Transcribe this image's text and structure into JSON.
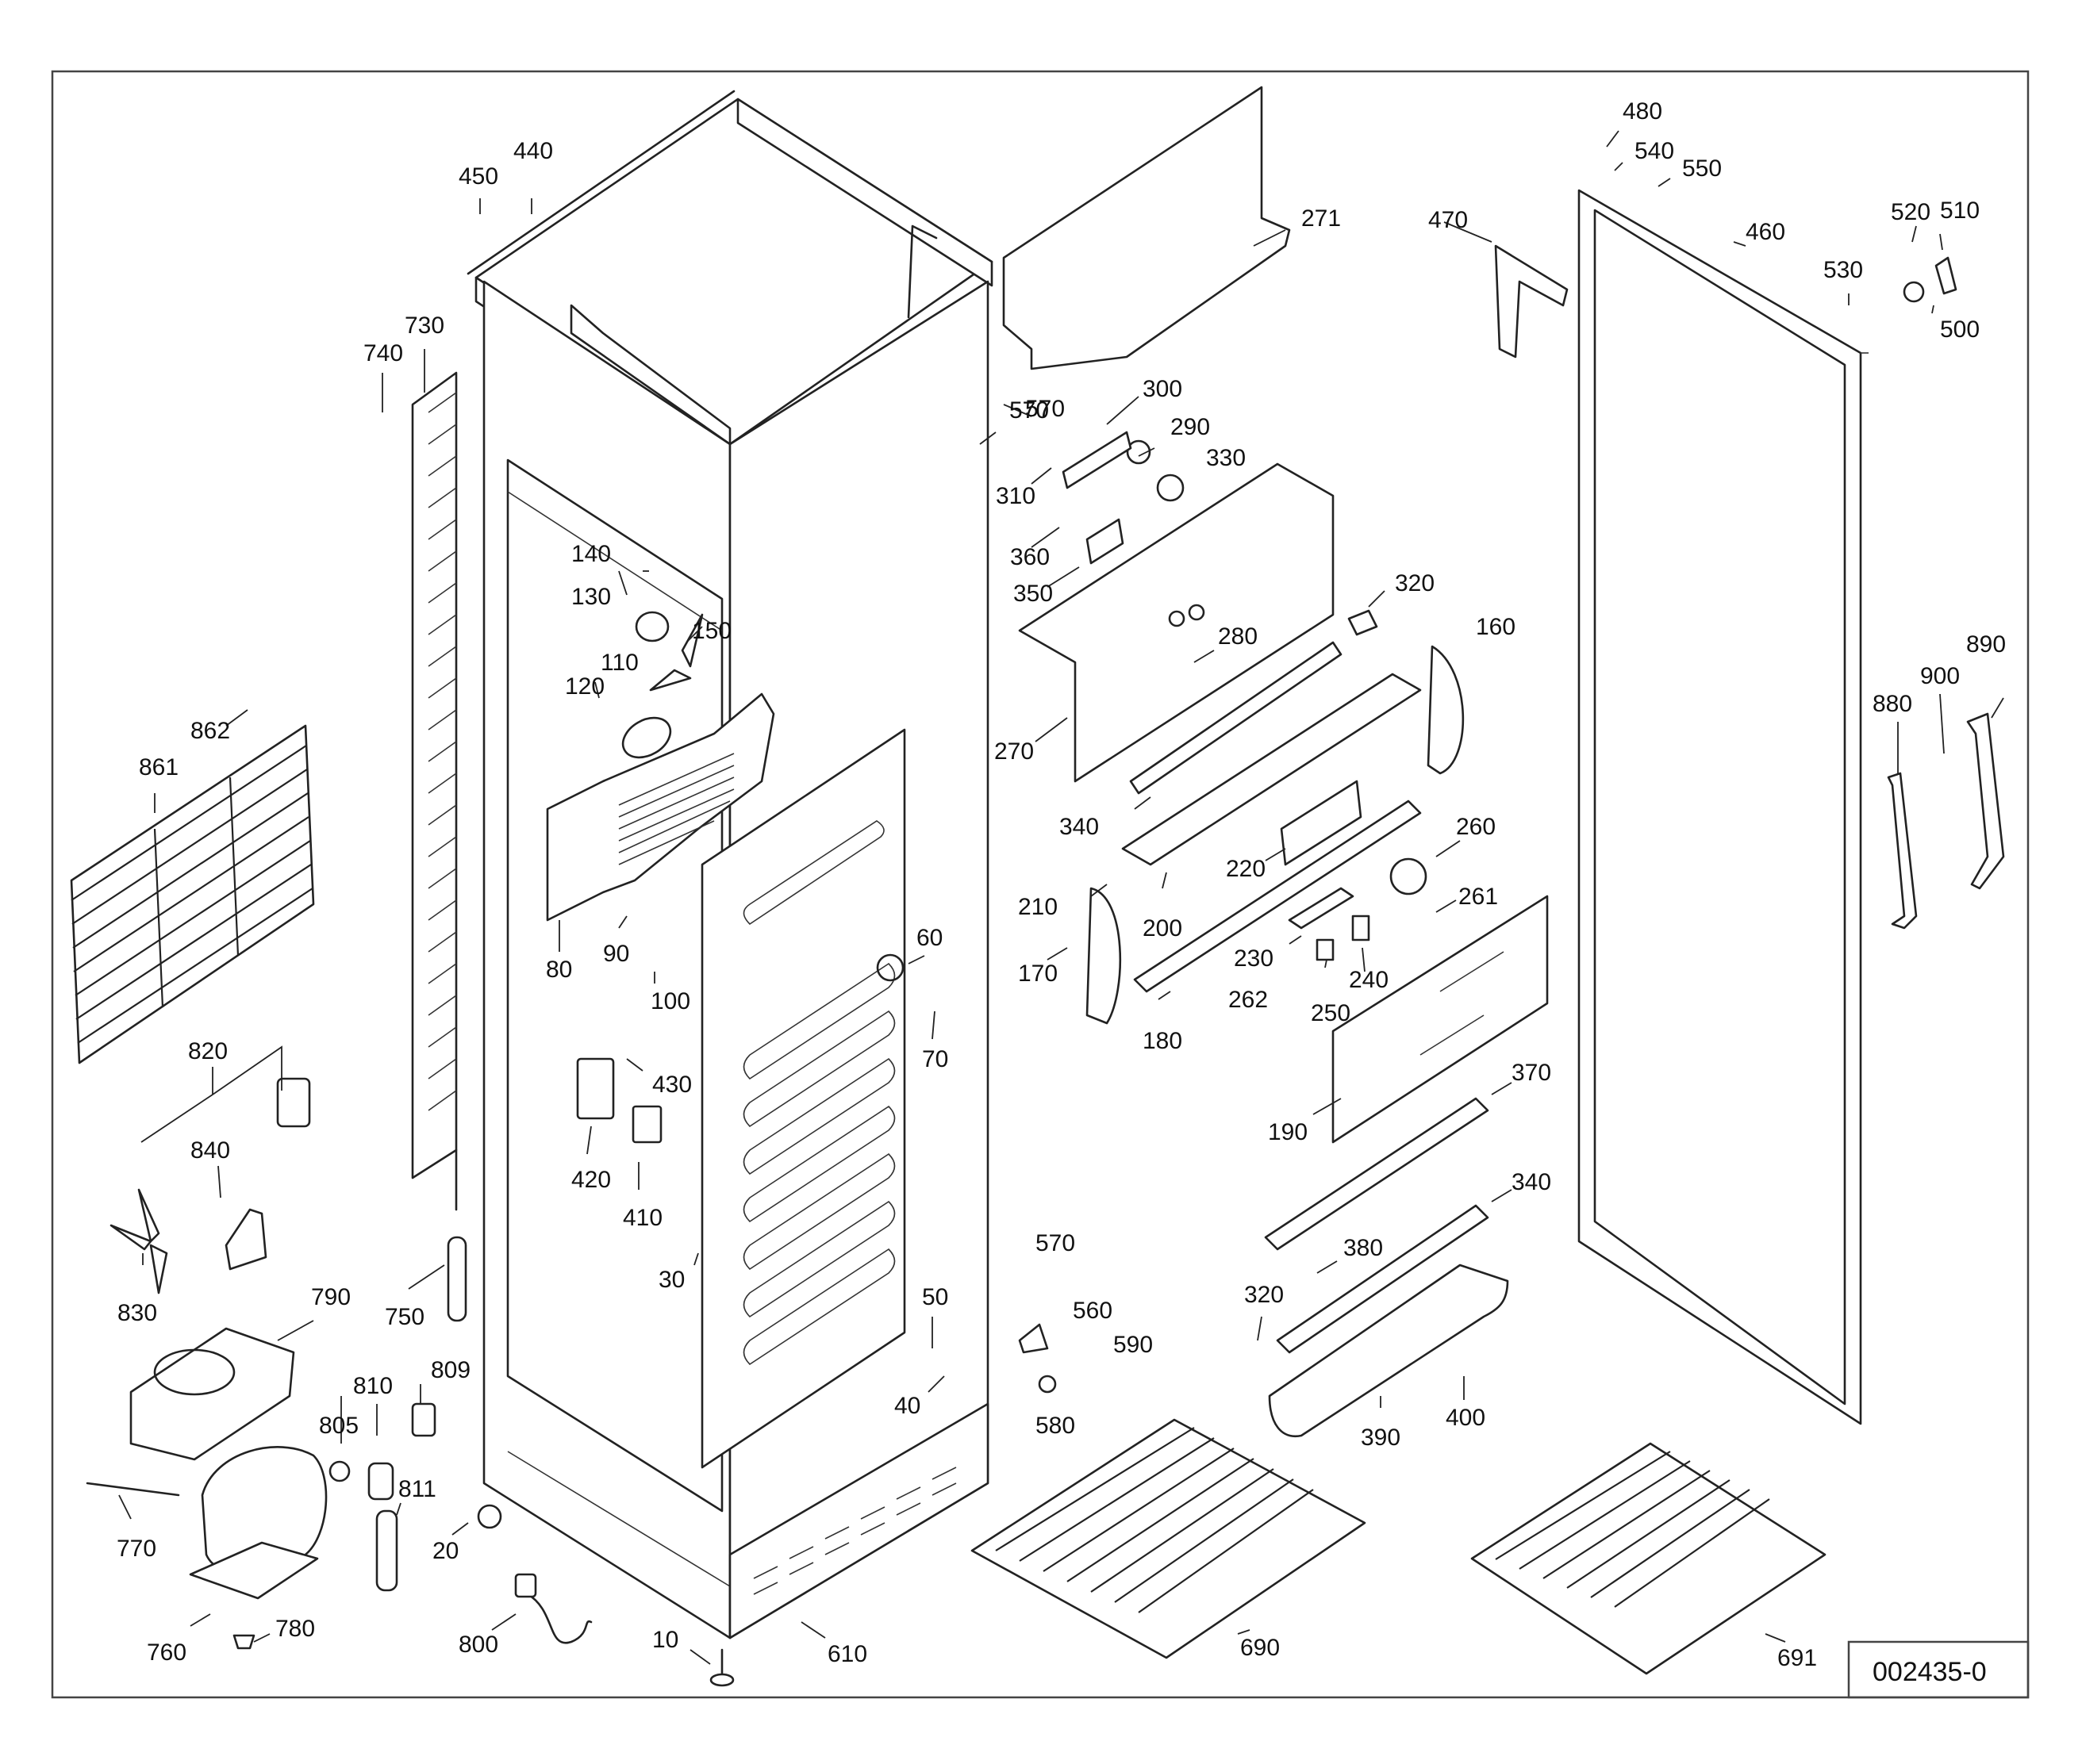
{
  "document_id": "002435-0",
  "part_numbers": [
    "10",
    "20",
    "30",
    "40",
    "50",
    "60",
    "70",
    "80",
    "90",
    "100",
    "110",
    "120",
    "130",
    "140",
    "150",
    "160",
    "170",
    "180",
    "190",
    "200",
    "210",
    "220",
    "230",
    "240",
    "250",
    "260",
    "261",
    "262",
    "270",
    "271",
    "280",
    "290",
    "300",
    "310",
    "320",
    "320",
    "330",
    "340",
    "340",
    "350",
    "360",
    "370",
    "380",
    "390",
    "400",
    "410",
    "420",
    "430",
    "440",
    "450",
    "460",
    "470",
    "480",
    "500",
    "510",
    "520",
    "530",
    "540",
    "550",
    "560",
    "570",
    "570",
    "580",
    "590",
    "610",
    "690",
    "691",
    "730",
    "740",
    "750",
    "760",
    "770",
    "780",
    "790",
    "800",
    "805",
    "809",
    "810",
    "811",
    "820",
    "830",
    "840",
    "861",
    "862",
    "880",
    "890",
    "900"
  ]
}
